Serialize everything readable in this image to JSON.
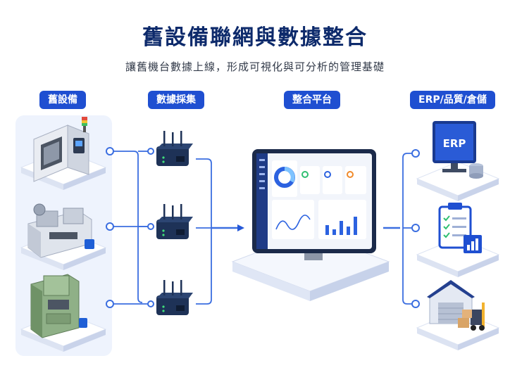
{
  "header": {
    "title": "舊設備聯網與數據整合",
    "subtitle": "讓舊機台數據上線，形成可視化與可分析的管理基礎"
  },
  "columns": [
    {
      "label": "舊設備"
    },
    {
      "label": "數據採集"
    },
    {
      "label": "整合平台"
    },
    {
      "label": "ERP/品質/倉儲"
    }
  ],
  "legacy_machines": [
    "cnc-machine-icon",
    "lathe-machine-icon",
    "press-machine-icon"
  ],
  "gateways": [
    "gateway-router-icon",
    "gateway-router-icon",
    "gateway-router-icon"
  ],
  "platform": {
    "icon": "dashboard-monitor-icon"
  },
  "targets": [
    {
      "icon": "erp-monitor-icon",
      "screen_text": "ERP"
    },
    {
      "icon": "quality-clipboard-icon"
    },
    {
      "icon": "warehouse-icon"
    }
  ],
  "colors": {
    "accent": "#1f4fd1",
    "title": "#0d2a6b",
    "line": "#3b6ee0",
    "panel": "#eef3fd"
  }
}
